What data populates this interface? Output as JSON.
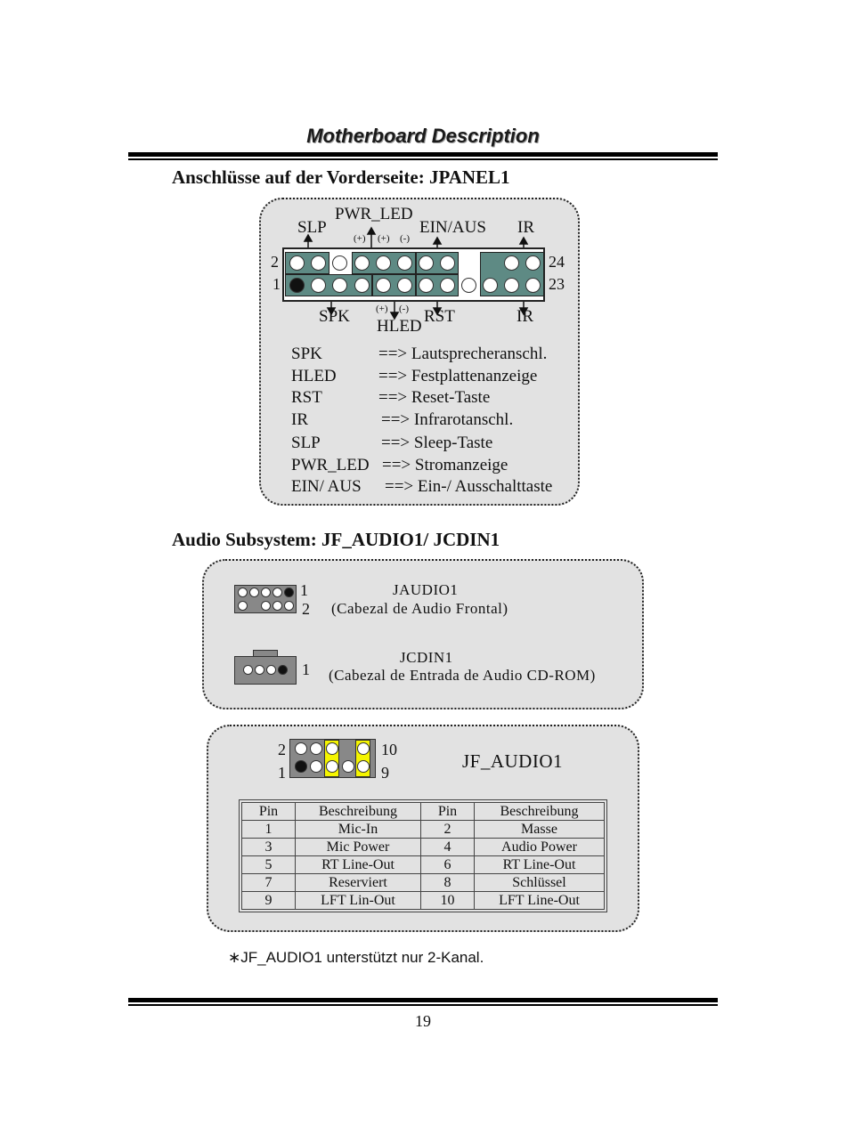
{
  "header": {
    "title": "Motherboard Description"
  },
  "jpanel": {
    "heading": "Anschlüsse auf der Vorderseite: JPANEL1",
    "top_labels": {
      "slp": "SLP",
      "pwr_led": "PWR_LED",
      "ein_aus": "EIN/AUS",
      "ir": "IR"
    },
    "bottom_labels": {
      "spk": "SPK",
      "hled": "HLED",
      "rst": "RST",
      "ir": "IR"
    },
    "signs_top": [
      "(+)",
      "(+)",
      "(-)"
    ],
    "signs_bottom": [
      "(+)",
      "(-)"
    ],
    "pin_numbers": {
      "top_left": "2",
      "bottom_left": "1",
      "top_right": "24",
      "bottom_right": "23"
    },
    "legend": [
      {
        "key": "SPK",
        "arrow": "==>",
        "desc": "Lautsprecheranschl."
      },
      {
        "key": "HLED",
        "arrow": "==>",
        "desc": "Festplattenanzeige"
      },
      {
        "key": "RST",
        "arrow": "==>",
        "desc": "Reset-Taste"
      },
      {
        "key": "IR",
        "arrow": "==>",
        "desc": "Infrarotanschl."
      },
      {
        "key": "SLP",
        "arrow": "==>",
        "desc": "Sleep-Taste"
      },
      {
        "key": "PWR_LED",
        "arrow": "==>",
        "desc": "Stromanzeige"
      },
      {
        "key": "EIN/ AUS",
        "arrow": "==>",
        "desc": "Ein-/ Ausschalttaste"
      }
    ]
  },
  "audio": {
    "heading": "Audio Subsystem: JF_AUDIO1/ JCDIN1",
    "jaudio": {
      "name": "JAUDIO1",
      "desc": "(Cabezal de Audio Frontal)",
      "pin1": "1",
      "pin2": "2"
    },
    "jcdin": {
      "name": "JCDIN1",
      "desc": "(Cabezal de Entrada de Audio CD-ROM)",
      "pin1": "1"
    }
  },
  "jf_audio": {
    "name": "JF_AUDIO1",
    "pin_numbers": {
      "top_left": "2",
      "bottom_left": "1",
      "top_right": "10",
      "bottom_right": "9"
    },
    "table": {
      "headers": [
        "Pin",
        "Beschreibung",
        "Pin",
        "Beschreibung"
      ],
      "rows": [
        [
          "1",
          "Mic-In",
          "2",
          "Masse"
        ],
        [
          "3",
          "Mic Power",
          "4",
          "Audio Power"
        ],
        [
          "5",
          "RT Line-Out",
          "6",
          "RT Line-Out"
        ],
        [
          "7",
          "Reserviert",
          "8",
          "Schlüssel"
        ],
        [
          "9",
          "LFT Lin-Out",
          "10",
          "LFT Line-Out"
        ]
      ]
    }
  },
  "footnote": "∗JF_AUDIO1 unterstützt nur 2-Kanal.",
  "page_number": "19",
  "colors": {
    "panel_bg": "#e2e2e2",
    "pin_group": "#5e8a84",
    "highlight": "#f5f500",
    "header_gray": "#888888"
  }
}
